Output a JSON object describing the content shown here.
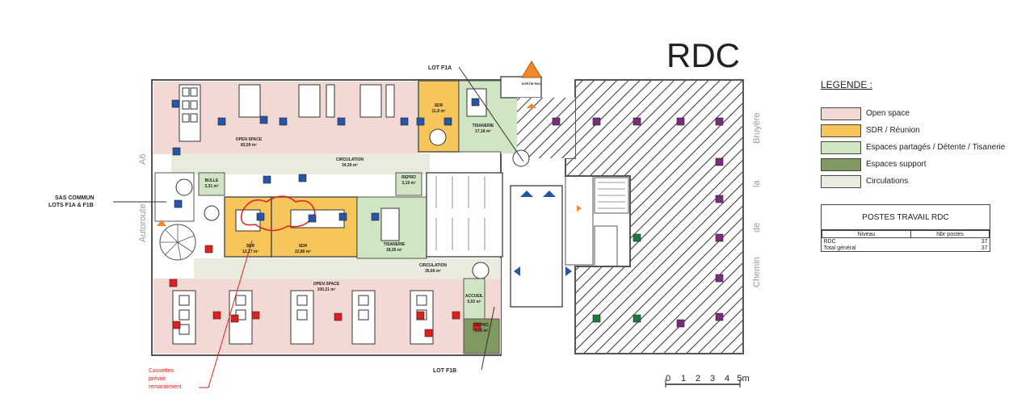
{
  "title": "RDC",
  "legend": {
    "title": "LEGENDE :",
    "items": [
      {
        "label": "Open space",
        "color": "#f3d9d4"
      },
      {
        "label": "SDR / Réunion",
        "color": "#f6c65a"
      },
      {
        "label": "Espaces partagés / Détente / Tisanerie",
        "color": "#cfe5c3"
      },
      {
        "label": "Espaces support",
        "color": "#7f9960"
      },
      {
        "label": "Circulations",
        "color": "#e8ecdf"
      }
    ]
  },
  "postes": {
    "title": "POSTES TRAVAIL RDC",
    "headers": [
      "Niveau",
      "Nbr postes"
    ],
    "rows": [
      {
        "niveau": "RDC",
        "nbr": "37"
      },
      {
        "niveau": "Total général",
        "nbr": "37"
      }
    ]
  },
  "callouts": {
    "lot_f1a": "LOT F1A",
    "lot_f1b": "LOT F1B",
    "sas_line1": "SAS COMMUN",
    "sas_line2": "LOTS F1A & F1B",
    "cassettes_line1": "Cassettes",
    "cassettes_line2": "prévoir",
    "cassettes_line3": "remaniement",
    "sortie": "SORTIE RDC"
  },
  "street": {
    "left_a": "A6",
    "left_b": "Autoroute",
    "right_1": "Bruyère",
    "right_2": "la",
    "right_3": "de",
    "right_4": "Chemin"
  },
  "rooms": {
    "open_space_top": "OPEN SPACE",
    "open_space_top_area": "83,59 m²",
    "open_space_bottom": "OPEN SPACE",
    "open_space_bottom_area": "100,21 m²",
    "sdr_small": "SDR",
    "sdr_small_area": "11,8 m²",
    "tisanerie_top": "TISANERIE",
    "tisanerie_top_area": "17,18 m²",
    "circulation_1": "CIRCULATION",
    "circulation_1_area": "34,30 m²",
    "circulation_2": "CIRCULATION",
    "circulation_2_area": "35,66 m²",
    "bulle": "BULLE",
    "bulle_area": "3,31 m²",
    "repro_top": "REPRO",
    "repro_top_area": "3,19 m²",
    "sdr_a": "SDR",
    "sdr_a_area": "12,17 m²",
    "sdr_b": "SDR",
    "sdr_b_area": "22,86 m²",
    "tisanerie_bottom": "TISANERIE",
    "tisanerie_bottom_area": "18,36 m²",
    "accueil": "ACCUEIL",
    "accueil_area": "5,02 m²",
    "repro_bottom": "REPRO",
    "repro_bottom_area": "4,16 m²"
  },
  "scale": {
    "ticks": [
      "0",
      "1",
      "2",
      "3",
      "4",
      "5m"
    ]
  },
  "colors": {
    "open_space": "#f3d9d4",
    "sdr": "#f6c65a",
    "shared": "#cfe5c3",
    "support": "#7f9960",
    "circulation": "#e8ecdf",
    "wall": "#555555",
    "blue_marker": "#2855a8",
    "red_marker": "#e02020",
    "purple_marker": "#7a2d7a",
    "green_marker": "#1e7a3a",
    "annotation_red": "#e02020",
    "orange_triangle": "#ee8a2a"
  }
}
